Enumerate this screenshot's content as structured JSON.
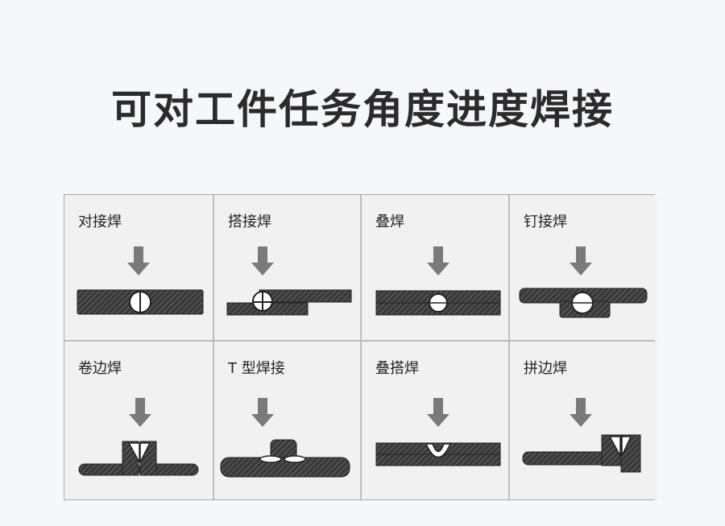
{
  "title": "可对工件任务角度进度焊接",
  "cells": [
    {
      "label": "对接焊"
    },
    {
      "label": "搭接焊"
    },
    {
      "label": "叠焊"
    },
    {
      "label": "钉接焊"
    },
    {
      "label": "卷边焊"
    },
    {
      "label": "T 型焊接"
    },
    {
      "label": "叠搭焊"
    },
    {
      "label": "拼边焊"
    }
  ],
  "colors": {
    "plate": "#3a3a3a",
    "arrow": "#7a7a7a",
    "weld": "#ffffff",
    "cell_bg": "#f1f1f1",
    "grid_line": "#bdbdbd"
  }
}
